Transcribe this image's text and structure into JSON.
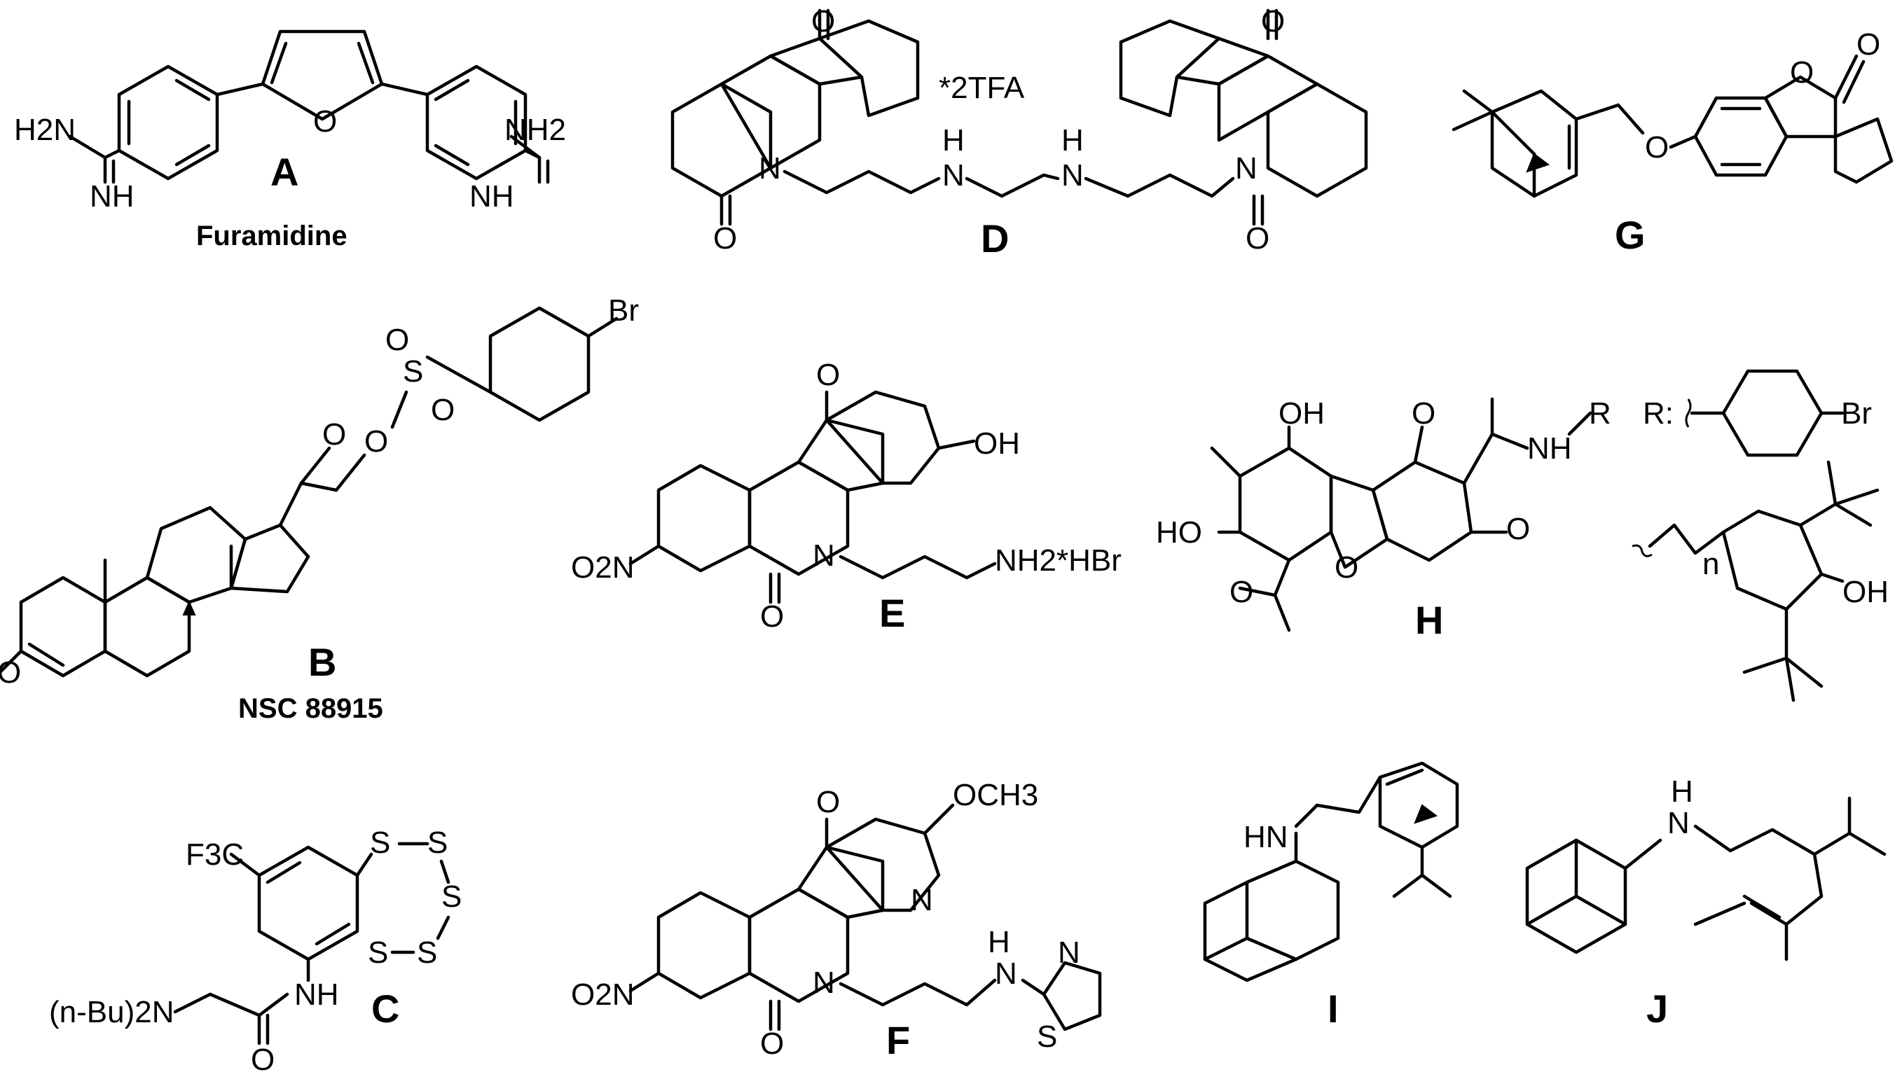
{
  "compounds": {
    "A": {
      "id": "A",
      "name": "Furamidine",
      "atoms": {
        "nh2_left": "H2N",
        "nh2_right": "NH2",
        "nh_left": "NH",
        "nh_right": "NH",
        "o": "O"
      }
    },
    "B": {
      "id": "B",
      "name": "NSC 88915",
      "atoms": {
        "br": "Br",
        "s": "S",
        "o1": "O",
        "o2": "O",
        "o3": "O",
        "o4": "O",
        "o5": "O"
      }
    },
    "C": {
      "id": "C",
      "atoms": {
        "cf3": "F3C",
        "s1": "S",
        "s2": "S",
        "s3": "S",
        "s4": "S",
        "s5": "S",
        "nh": "NH",
        "o": "O",
        "amine": "(n-Bu)2N"
      }
    },
    "D": {
      "id": "D",
      "salt": "*2TFA",
      "atoms": {
        "n1": "N",
        "n2": "N",
        "nh1": "H",
        "nh2": "H",
        "n3": "N",
        "n4": "N",
        "o1": "O",
        "o2": "O",
        "o3": "O",
        "o4": "O"
      }
    },
    "E": {
      "id": "E",
      "atoms": {
        "oh": "OH",
        "no2": "O2N",
        "n": "N",
        "amine": "NH2*HBr",
        "o1": "O",
        "o2": "O"
      }
    },
    "F": {
      "id": "F",
      "atoms": {
        "och3": "OCH3",
        "no2": "O2N",
        "n_ring": "N",
        "n_core": "N",
        "nh": "H",
        "n_thz": "N",
        "n_link": "N",
        "s": "S",
        "o1": "O",
        "o2": "O"
      }
    },
    "G": {
      "id": "G",
      "atoms": {
        "o_ether": "O",
        "o_ring": "O",
        "o_carbonyl": "O"
      }
    },
    "H": {
      "id": "H",
      "atoms": {
        "oh1": "OH",
        "oh2": "HO",
        "nh": "NH",
        "r": "R",
        "o1": "O",
        "o2": "O",
        "o3": "O",
        "o4": "O"
      },
      "r_label": "R:",
      "br": "Br",
      "n": "n",
      "oh3": "OH"
    },
    "I": {
      "id": "I",
      "atoms": {
        "hn": "HN"
      }
    },
    "J": {
      "id": "J",
      "atoms": {
        "h": "H",
        "n": "N"
      }
    }
  }
}
